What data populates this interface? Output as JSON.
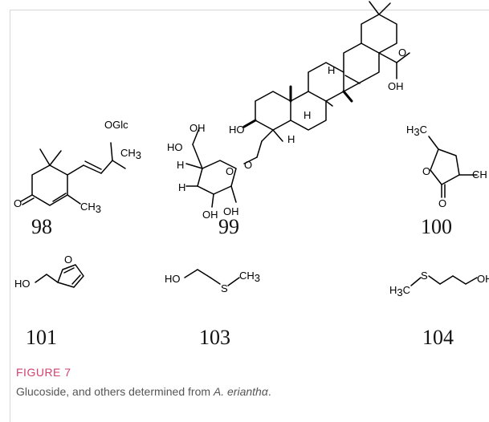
{
  "figure": {
    "label": "FIGURE 7",
    "caption_prefix": "Glucoside, and others determined from ",
    "caption_species": "A. erianthα",
    "caption_suffix": "."
  },
  "compounds": [
    {
      "id": "98",
      "number": "98"
    },
    {
      "id": "99",
      "number": "99"
    },
    {
      "id": "100",
      "number": "100"
    },
    {
      "id": "101",
      "number": "101"
    },
    {
      "id": "103",
      "number": "103"
    },
    {
      "id": "104",
      "number": "104"
    }
  ],
  "atom_labels": {
    "oglc": "OGlc",
    "ch3": "CH",
    "three": "3",
    "o": "O",
    "ho": "HO",
    "oh": "OH",
    "h": "H",
    "h3c": "H",
    "s": "S",
    "ch_cut": "CH",
    "oh_cut": "OH"
  }
}
